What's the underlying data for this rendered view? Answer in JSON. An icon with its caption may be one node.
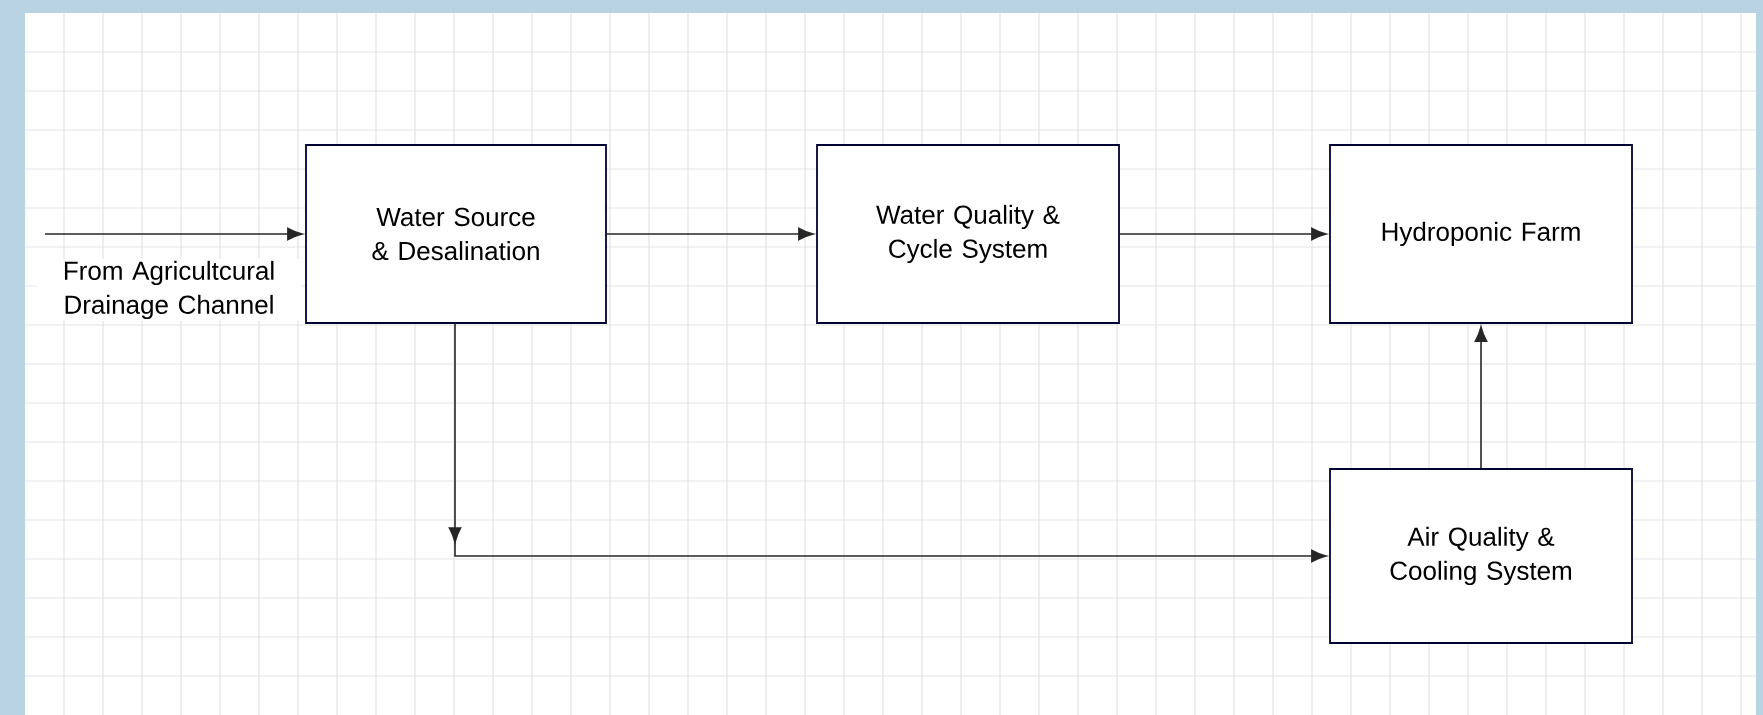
{
  "diagram": {
    "nodes": [
      {
        "text": [
          "Water Source & Desalination"
        ]
      },
      {
        "text": [
          "Water Quality & Cycle System"
        ]
      },
      {
        "text": [
          "Hydroponic Farm"
        ]
      },
      {
        "text": [
          "Air Quality & Cooling System"
        ]
      }
    ],
    "edges": [
      {
        "from": null,
        "to": 0,
        "arrow": "to",
        "label": "From Agricultcural Drainage Channel"
      },
      {
        "from": 0,
        "to": 1,
        "arrow": "to"
      },
      {
        "from": 1,
        "to": 2,
        "arrow": "to"
      },
      {
        "from": 3,
        "to": 2,
        "arrow": "to"
      },
      {
        "from": 0,
        "to": 3,
        "arrow": "to"
      }
    ]
  }
}
